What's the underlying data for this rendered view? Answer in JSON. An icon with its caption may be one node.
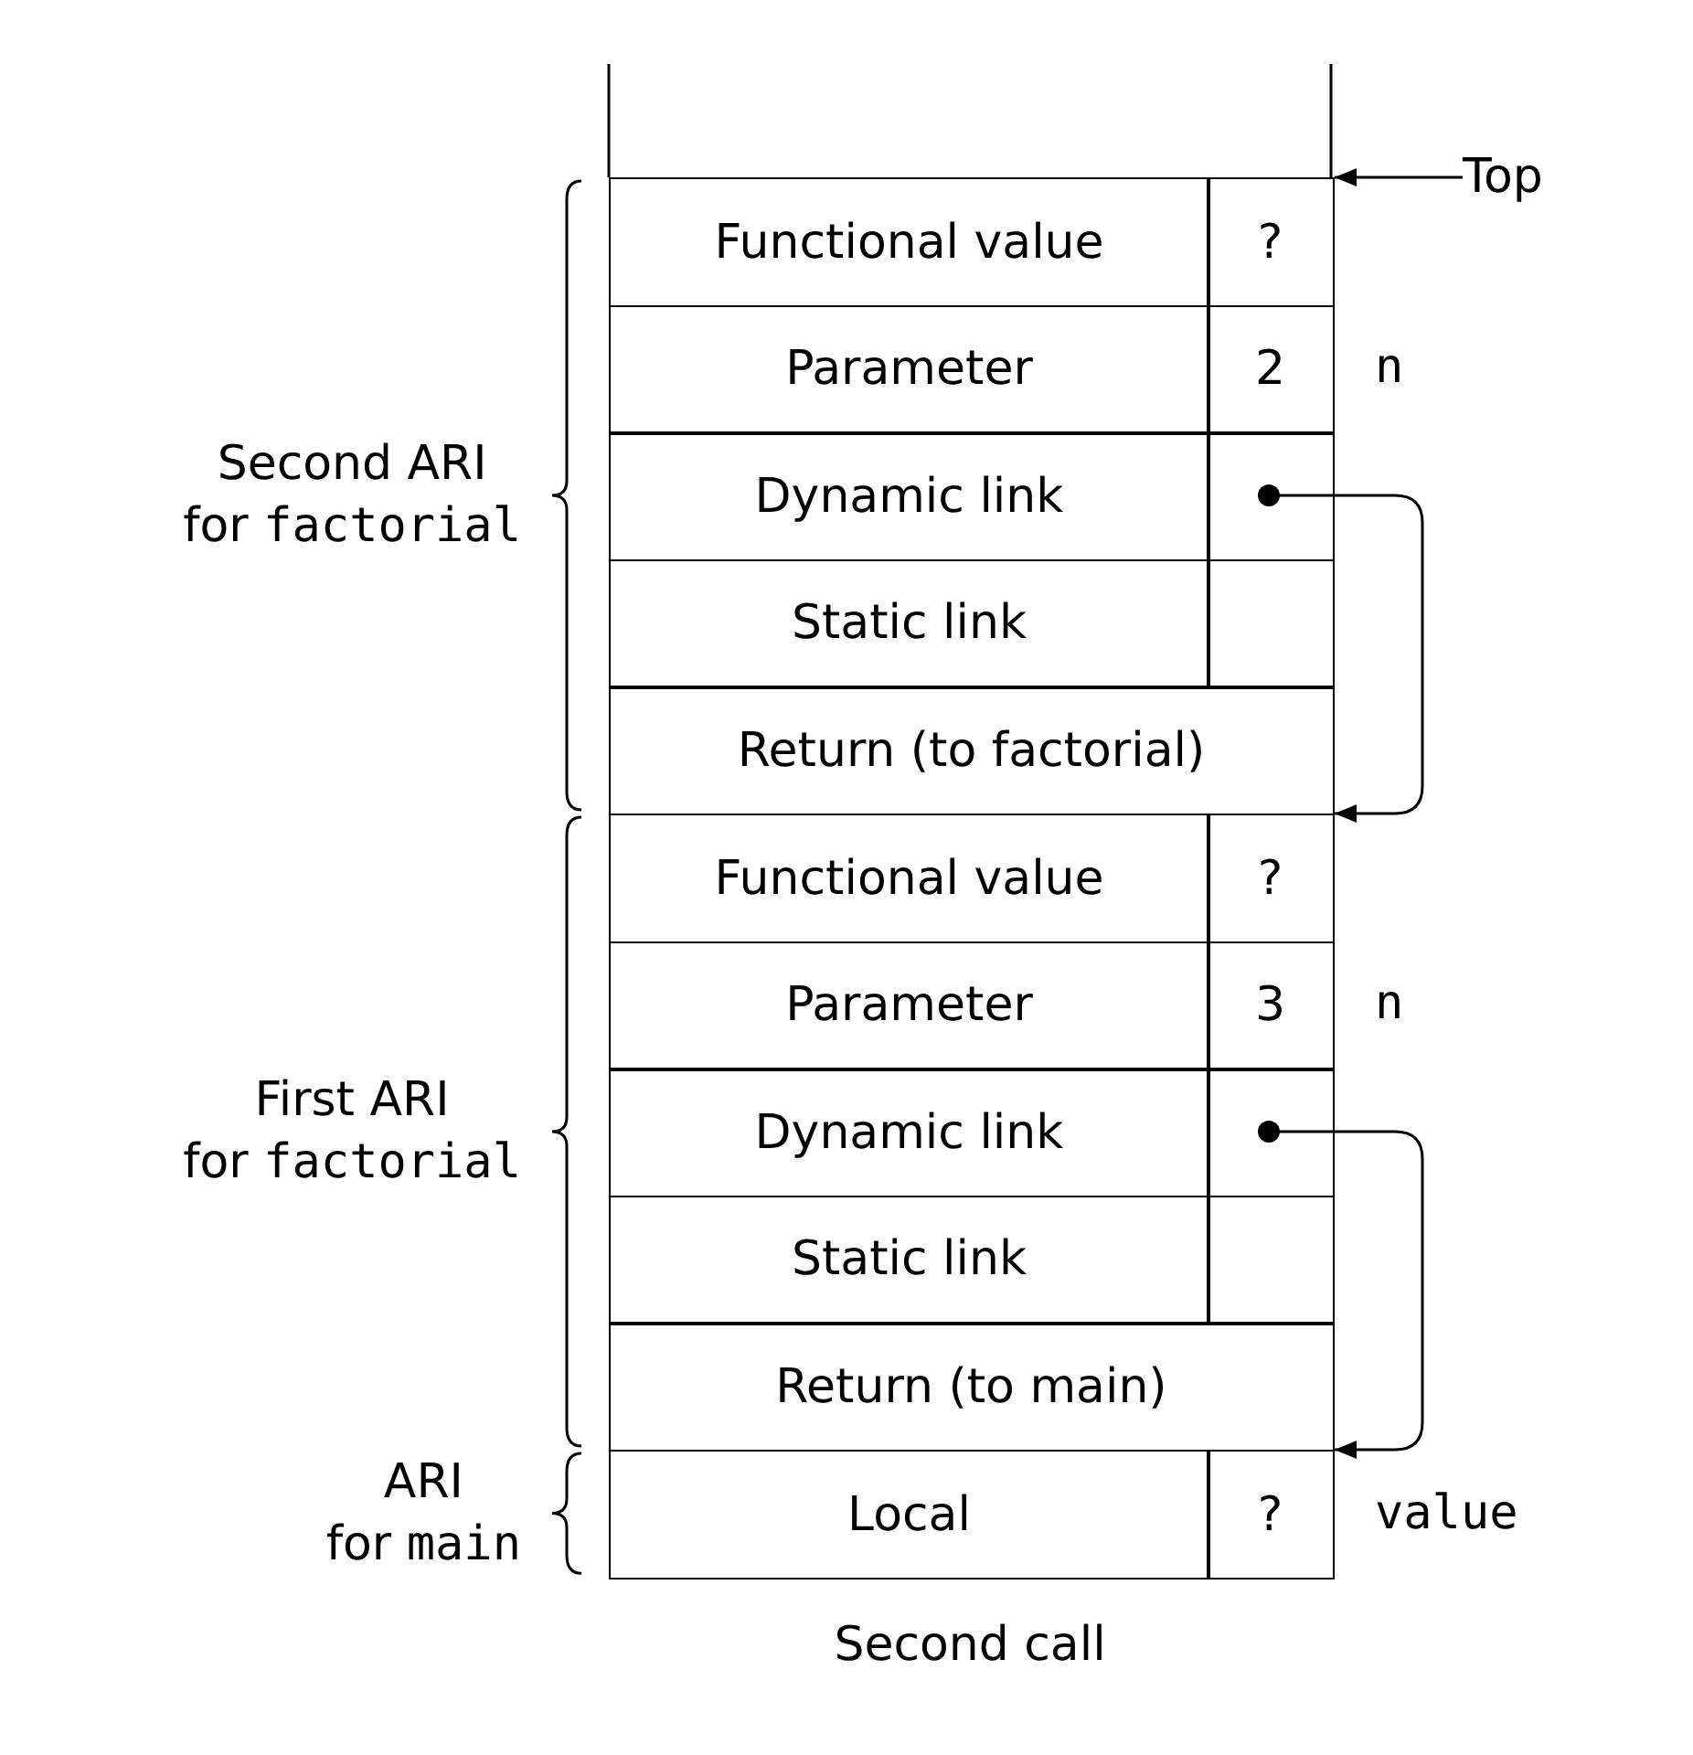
{
  "diagram": {
    "caption": "Second call",
    "nodes": [
      {
        "text": [
          "Top"
        ]
      },
      {
        "text": [
          "Functional value"
        ]
      },
      {
        "text": [
          "?"
        ]
      },
      {
        "text": [
          "Parameter"
        ]
      },
      {
        "text": [
          "2"
        ],
        "beside": [
          "n"
        ]
      },
      {
        "text": [
          "Dynamic link"
        ]
      },
      {
        "text": [],
        "shape": "box"
      },
      {
        "text": [
          "Static link"
        ]
      },
      {
        "text": [],
        "shape": "box"
      },
      {
        "text": [
          "Return (to factorial)"
        ]
      },
      {
        "text": [
          "Functional value"
        ]
      },
      {
        "text": [
          "?"
        ]
      },
      {
        "text": [
          "Parameter"
        ]
      },
      {
        "text": [
          "3"
        ],
        "beside": [
          "n"
        ]
      },
      {
        "text": [
          "Dynamic link"
        ]
      },
      {
        "text": [],
        "shape": "box"
      },
      {
        "text": [
          "Static link"
        ]
      },
      {
        "text": [],
        "shape": "box"
      },
      {
        "text": [
          "Return (to main)"
        ]
      },
      {
        "text": [
          "Local"
        ]
      },
      {
        "text": [
          "?"
        ],
        "beside": [
          "value"
        ]
      }
    ],
    "edges": [
      {
        "from": 0,
        "to": 2,
        "arrow": "to"
      },
      {
        "from": 6,
        "to": 11,
        "arrow": "to"
      },
      {
        "from": 15,
        "to": 20,
        "arrow": "to"
      }
    ],
    "labels": [
      "Second ARI for factorial",
      "First ARI for factorial",
      "ARI for main"
    ]
  }
}
